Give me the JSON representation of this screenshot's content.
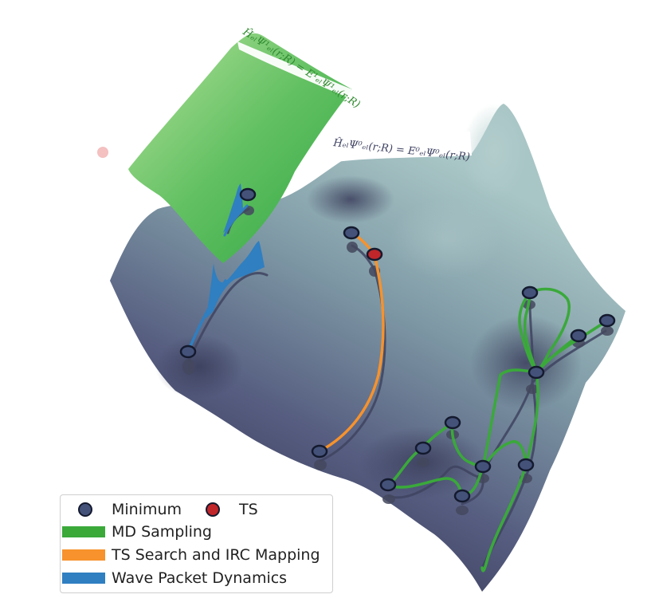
{
  "equations": {
    "excited_state": "ĤₑₗΨ¹ₑₗ(r;R) = E¹ₑₗΨ¹ₑₗ(r;R)",
    "ground_state": "ĤₑₗΨ⁰ₑₗ(r;R) = E⁰ₑₗΨ⁰ₑₗ(r;R)"
  },
  "legend": {
    "minimum": "Minimum",
    "ts": "TS",
    "md_sampling": "MD Sampling",
    "ts_search": "TS Search and IRC Mapping",
    "wave_packet": "Wave Packet Dynamics"
  },
  "colors": {
    "minimum_fill": "#44527a",
    "ts_fill": "#c0262a",
    "md_green": "#3aa93a",
    "ts_orange": "#f7922c",
    "wave_blue": "#2f7fc1",
    "surface_dark": "#3c3f5e",
    "surface_light": "#a6c2c2",
    "excited_surface": "#5bbd5b"
  },
  "icons": {
    "minimum_marker": "circle-dark-blue",
    "ts_marker": "circle-red"
  }
}
